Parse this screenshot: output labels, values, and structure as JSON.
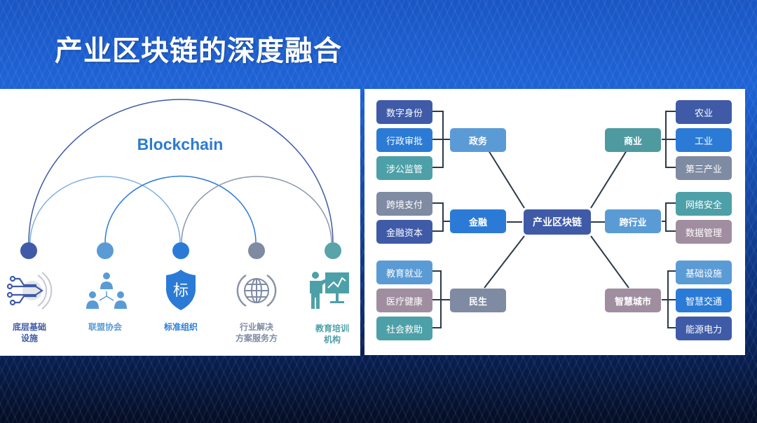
{
  "title": "产业区块链的深度融合",
  "left_panel": {
    "heading": "Blockchain",
    "entities": [
      {
        "label_line1": "底层基础",
        "label_line2": "设施",
        "icon": "circuit-arrow-icon",
        "color": "#3f5ba8"
      },
      {
        "label_line1": "联盟协会",
        "label_line2": "",
        "icon": "org-people-icon",
        "color": "#5b9bd5"
      },
      {
        "label_line1": "标准组织",
        "label_line2": "",
        "icon": "shield-standard-icon",
        "color": "#2b7bd6"
      },
      {
        "label_line1": "行业解决",
        "label_line2": "方案服务方",
        "icon": "globe-icon",
        "color": "#7f8aa3"
      },
      {
        "label_line1": "教育培训",
        "label_line2": "机构",
        "icon": "teacher-board-icon",
        "color": "#4ea0a8"
      }
    ],
    "shield_char": "标"
  },
  "right_panel": {
    "center": "产业区块链",
    "categories": [
      {
        "label": "政务",
        "color": "#5b9bd5",
        "children": [
          {
            "label": "数字身份",
            "color": "#3f5ba8"
          },
          {
            "label": "行政审批",
            "color": "#2b7bd6"
          },
          {
            "label": "涉公监管",
            "color": "#4ea0a8"
          }
        ]
      },
      {
        "label": "金融",
        "color": "#2b7bd6",
        "children": [
          {
            "label": "跨境支付",
            "color": "#7f8aa3"
          },
          {
            "label": "金融资本",
            "color": "#3f5ba8"
          }
        ]
      },
      {
        "label": "民生",
        "color": "#7f8aa3",
        "children": [
          {
            "label": "教育就业",
            "color": "#5b9bd5"
          },
          {
            "label": "医疗健康",
            "color": "#a08ea0"
          },
          {
            "label": "社会救助",
            "color": "#4ea0a8"
          }
        ]
      },
      {
        "label": "商业",
        "color": "#4e9aa0",
        "children": [
          {
            "label": "农业",
            "color": "#3f5ba8"
          },
          {
            "label": "工业",
            "color": "#2b7bd6"
          },
          {
            "label": "第三产业",
            "color": "#7f8aa3"
          }
        ]
      },
      {
        "label": "跨行业",
        "color": "#5b9bd5",
        "children": [
          {
            "label": "网络安全",
            "color": "#4ea0a8"
          },
          {
            "label": "数据管理",
            "color": "#a08ea0"
          }
        ]
      },
      {
        "label": "智慧城市",
        "color": "#a08ea0",
        "children": [
          {
            "label": "基础设施",
            "color": "#5b9bd5"
          },
          {
            "label": "智慧交通",
            "color": "#2b7bd6"
          },
          {
            "label": "能源电力",
            "color": "#3f5ba8"
          }
        ]
      }
    ],
    "center_color": "#3f5ba8",
    "line_color": "#2c3a4a"
  }
}
